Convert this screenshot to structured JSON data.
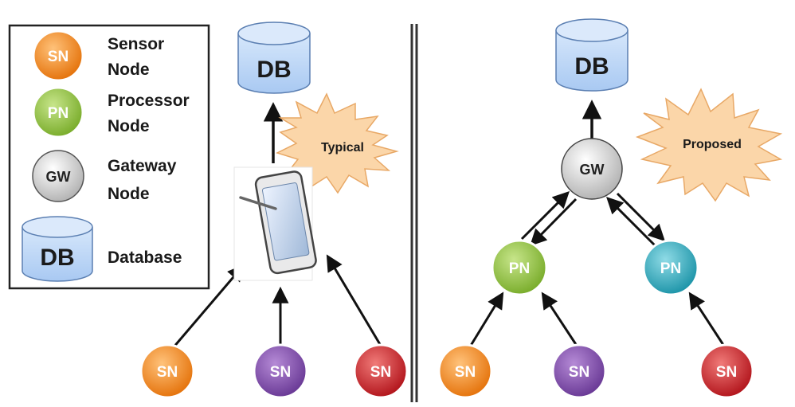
{
  "legend": {
    "sn": {
      "icon": "SN",
      "line1": "Sensor",
      "line2": "Node"
    },
    "pn": {
      "icon": "PN",
      "line1": "Processor",
      "line2": "Node"
    },
    "gw": {
      "icon": "GW",
      "line1": "Gateway",
      "line2": "Node"
    },
    "db": {
      "icon": "DB",
      "line1": "Database"
    }
  },
  "typical": {
    "db_label": "DB",
    "burst_label": "Typical",
    "sensors": [
      "SN",
      "SN",
      "SN"
    ]
  },
  "proposed": {
    "db_label": "DB",
    "burst_label": "Proposed",
    "gateway_label": "GW",
    "processors": [
      "PN",
      "PN"
    ],
    "sensors": [
      "SN",
      "SN",
      "SN"
    ]
  },
  "colors": {
    "sensor_orange": "#f08a24",
    "sensor_purple": "#7b4fa6",
    "sensor_red": "#c8282d",
    "processor_green": "#8ebf3f",
    "processor_teal": "#2ea5b8",
    "gateway_gray": "#cfcfcf",
    "database_blue": "#b8d3f5",
    "burst_fill": "#fbd6a9"
  }
}
